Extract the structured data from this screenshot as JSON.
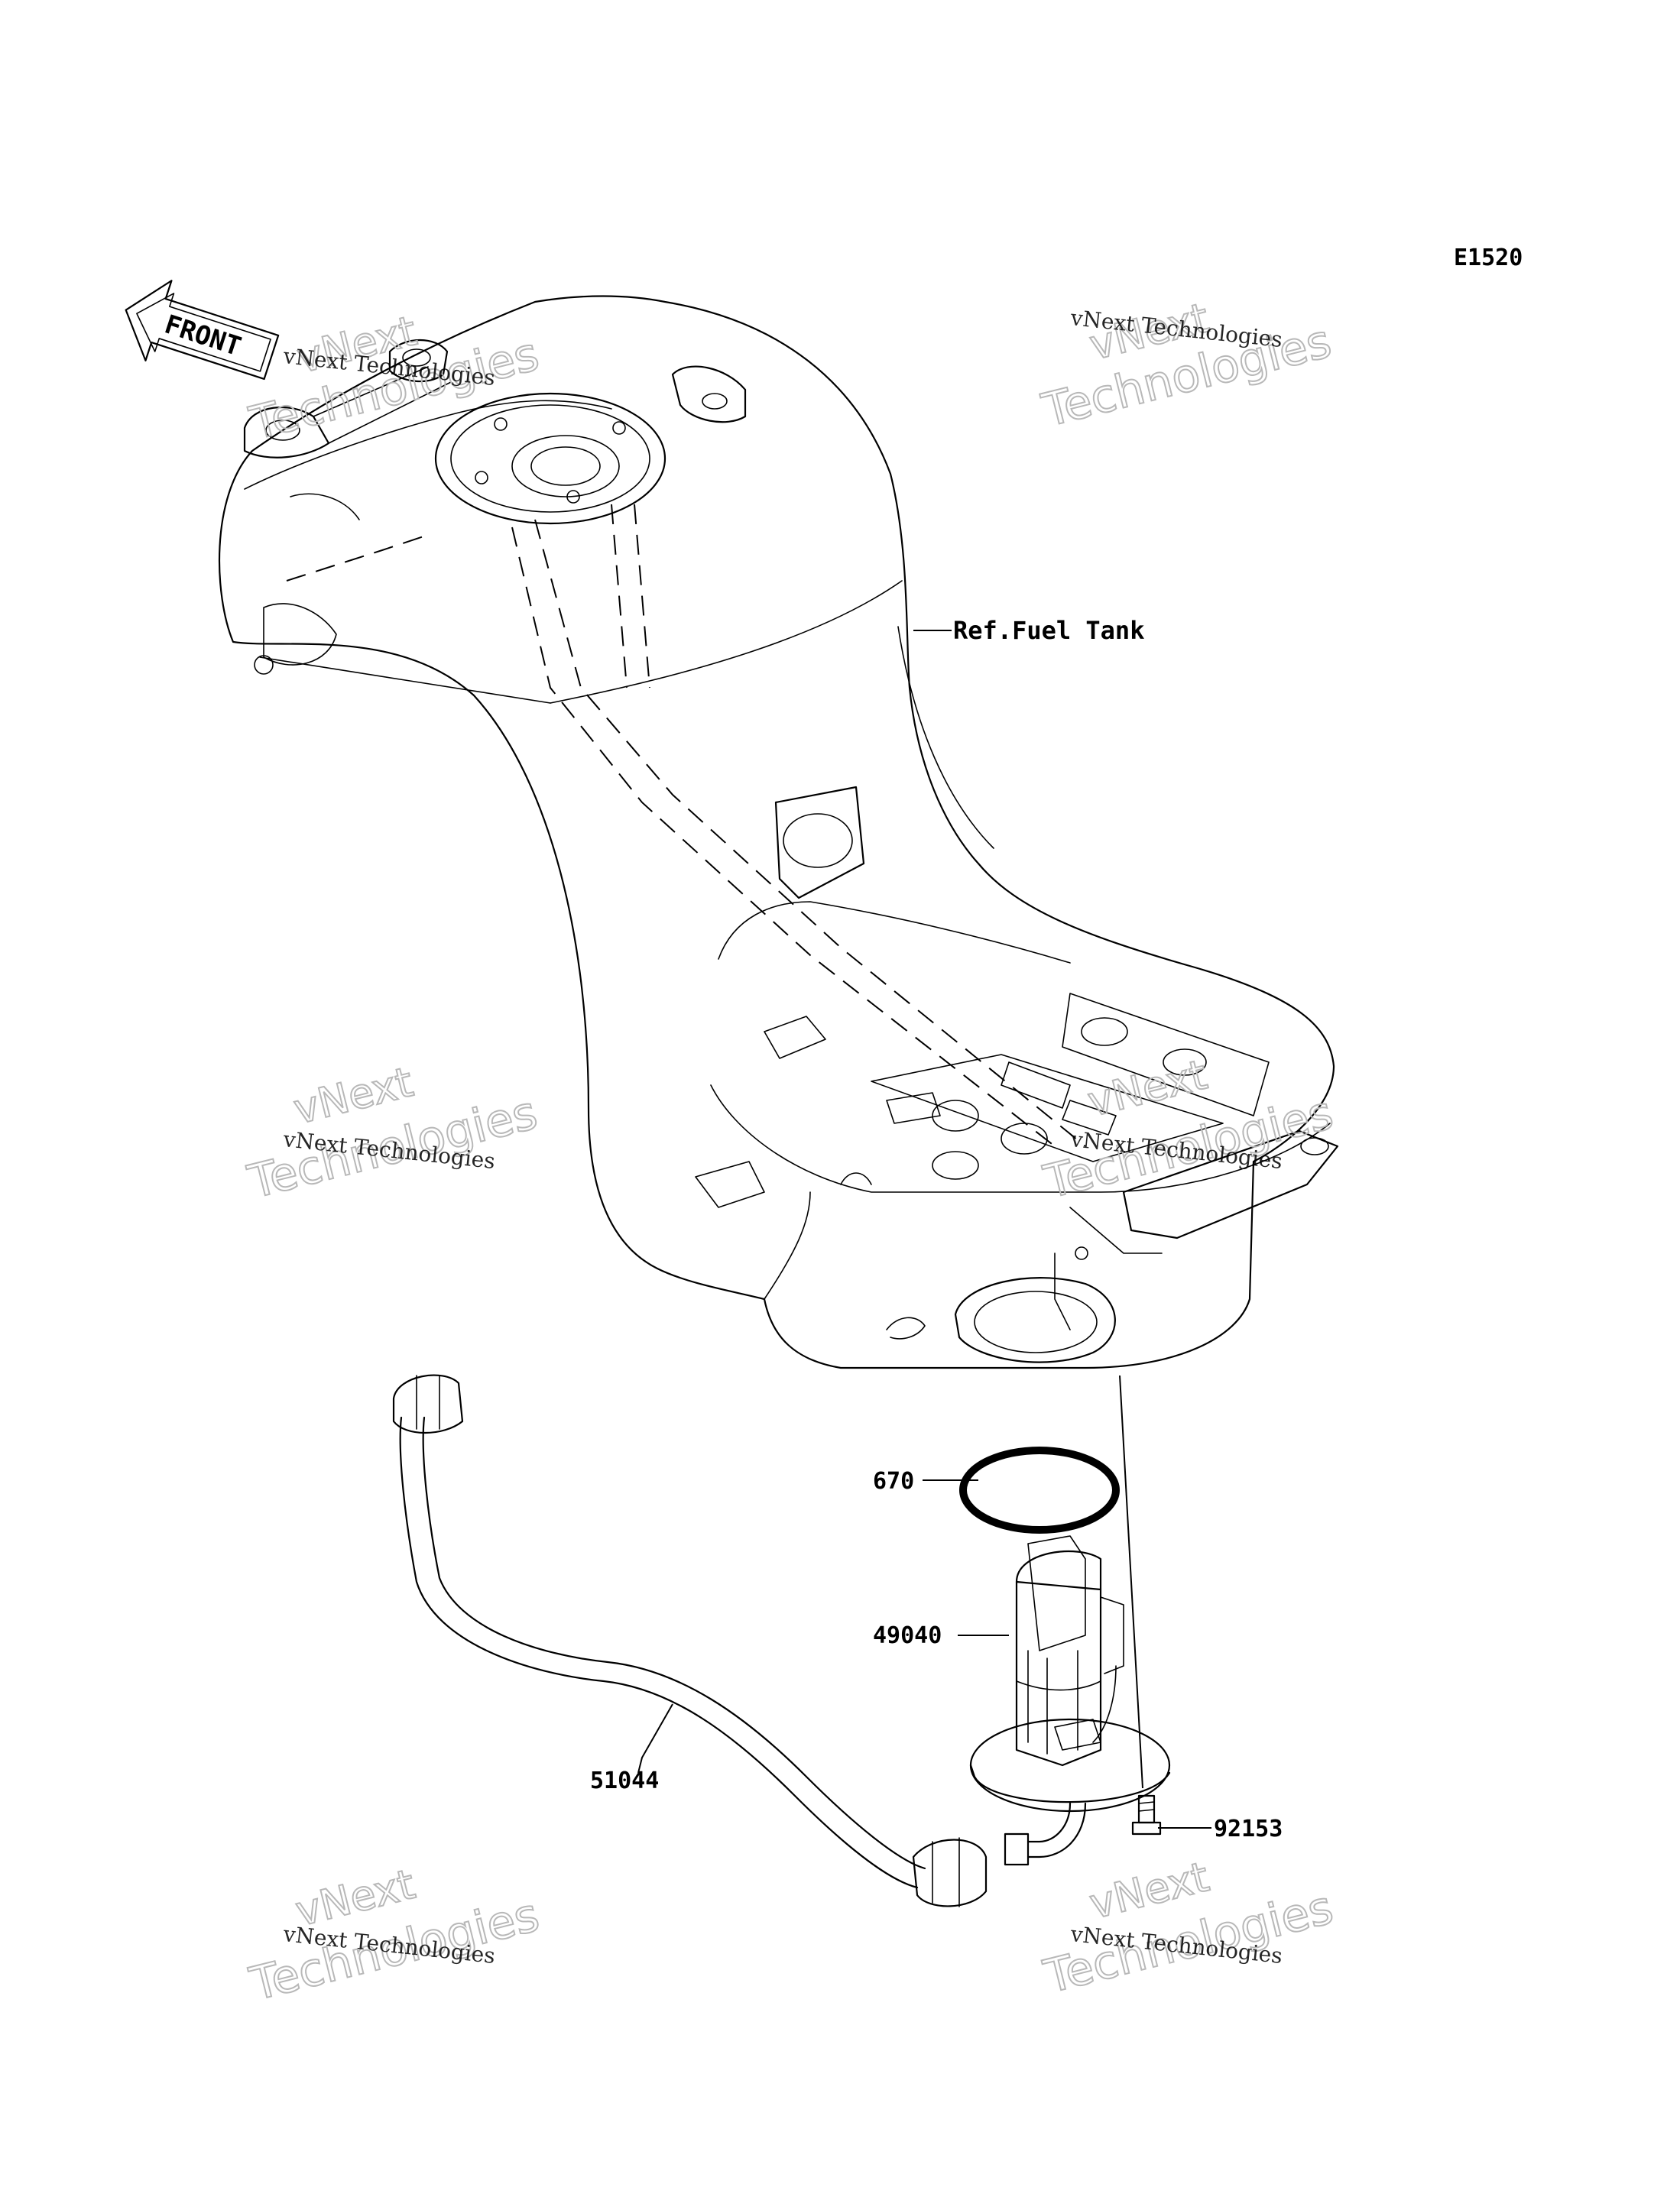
{
  "diagram_code": "E1520",
  "front_label": "FRONT",
  "parts": [
    {
      "id": "ref-fuel-tank",
      "label": "Ref.Fuel Tank"
    },
    {
      "id": "o-ring",
      "label": "670"
    },
    {
      "id": "fuel-pump",
      "label": "49040"
    },
    {
      "id": "fuel-hose",
      "label": "51044"
    },
    {
      "id": "bolt",
      "label": "92153"
    }
  ],
  "watermark": {
    "line1": "vNext Technologies",
    "line2_a": "vNext",
    "line2_b": "Technologies"
  }
}
